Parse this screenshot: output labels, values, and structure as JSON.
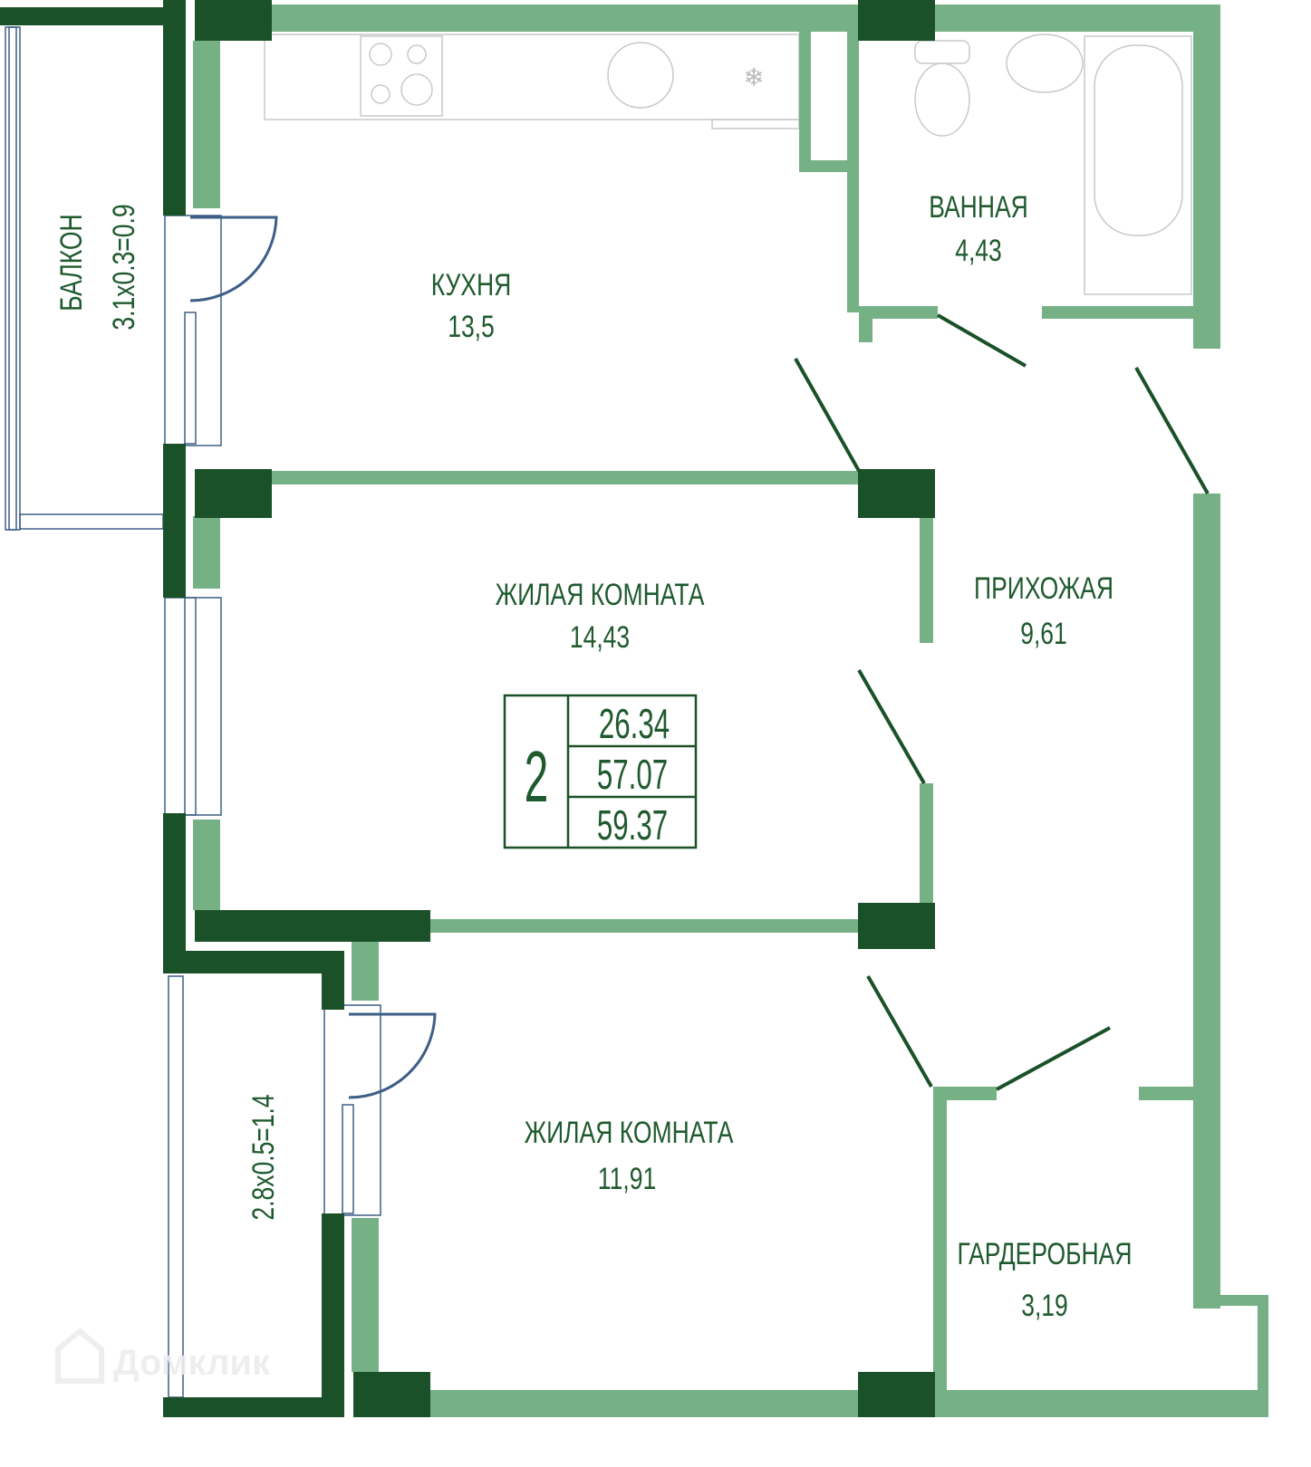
{
  "rooms": {
    "kitchen": {
      "name": "КУХНЯ",
      "area": "13,5"
    },
    "bathroom": {
      "name": "ВАННАЯ",
      "area": "4,43"
    },
    "living1": {
      "name": "ЖИЛАЯ КОМНАТА",
      "area": "14,43"
    },
    "hallway": {
      "name": "ПРИХОЖАЯ",
      "area": "9,61"
    },
    "living2": {
      "name": "ЖИЛАЯ КОМНАТА",
      "area": "11,91"
    },
    "wardrobe": {
      "name": "ГАРДЕРОБНАЯ",
      "area": "3,19"
    },
    "balcony1": {
      "name": "БАЛКОН",
      "area": "3.1х0.3=0.9"
    },
    "balcony2": {
      "area": "2.8х0.5=1.4"
    }
  },
  "summary": {
    "rooms_count": "2",
    "living_area": "26.34",
    "total_area": "57.07",
    "total_with_balcony": "59.37"
  },
  "watermark": "Домклик",
  "colors": {
    "wall_light": "#76b085",
    "wall_dark": "#1b5129",
    "text": "#1f5a2e",
    "window": "#3d5f86"
  }
}
